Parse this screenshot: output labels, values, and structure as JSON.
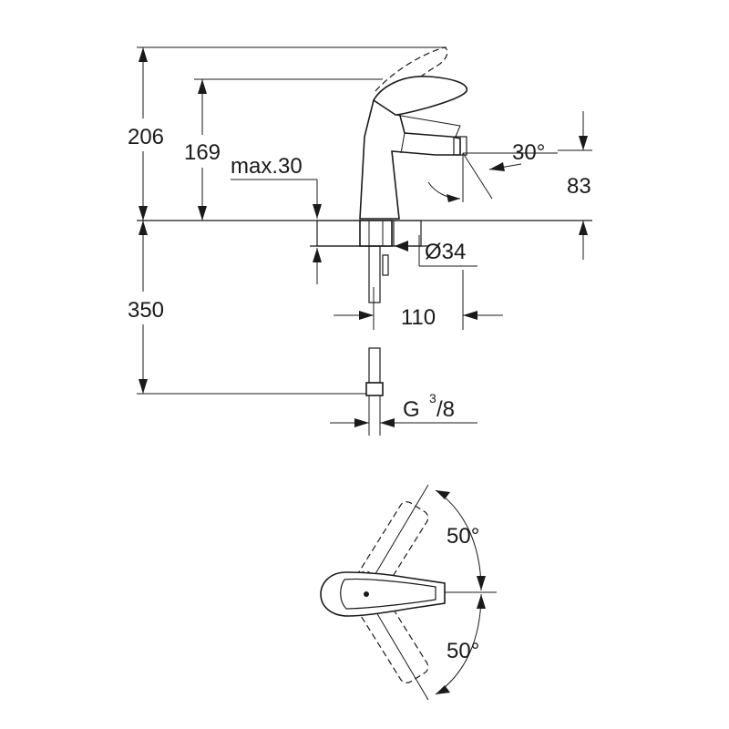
{
  "dimensions": {
    "total_height": "206",
    "spout_height": "169",
    "max_deck": "max.30",
    "angle_spout": "30°",
    "outlet_height": "83",
    "hole_diameter": "Ø34",
    "hose_length": "350",
    "reach": "110",
    "connection": "G",
    "connection_sup": "3",
    "connection_sub": "/8"
  },
  "top_view": {
    "rotation_up": "50°",
    "rotation_down": "50°"
  }
}
